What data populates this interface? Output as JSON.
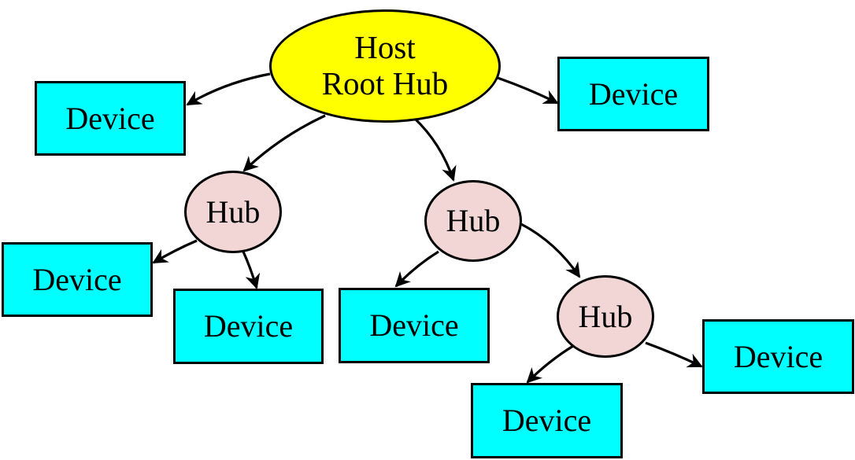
{
  "root": {
    "line1": "Host",
    "line2": "Root Hub",
    "fill": "#ffff00"
  },
  "hubs": [
    {
      "id": "hub-left",
      "label": "Hub"
    },
    {
      "id": "hub-middle",
      "label": "Hub"
    },
    {
      "id": "hub-lower",
      "label": "Hub"
    }
  ],
  "devices": [
    {
      "id": "device-root-left",
      "label": "Device"
    },
    {
      "id": "device-root-right",
      "label": "Device"
    },
    {
      "id": "device-hub-left-a",
      "label": "Device"
    },
    {
      "id": "device-hub-left-b",
      "label": "Device"
    },
    {
      "id": "device-hub-middle",
      "label": "Device"
    },
    {
      "id": "device-hub-lower-a",
      "label": "Device"
    },
    {
      "id": "device-hub-lower-b",
      "label": "Device"
    }
  ],
  "connections": [
    {
      "from": "root",
      "to": "device-root-left"
    },
    {
      "from": "root",
      "to": "device-root-right"
    },
    {
      "from": "root",
      "to": "hub-left"
    },
    {
      "from": "root",
      "to": "hub-middle"
    },
    {
      "from": "hub-left",
      "to": "device-hub-left-a"
    },
    {
      "from": "hub-left",
      "to": "device-hub-left-b"
    },
    {
      "from": "hub-middle",
      "to": "device-hub-middle"
    },
    {
      "from": "hub-middle",
      "to": "hub-lower"
    },
    {
      "from": "hub-lower",
      "to": "device-hub-lower-a"
    },
    {
      "from": "hub-lower",
      "to": "device-hub-lower-b"
    }
  ],
  "colors": {
    "device_fill": "#00ffff",
    "hub_fill": "#f2d6d6",
    "outline": "#000000"
  }
}
